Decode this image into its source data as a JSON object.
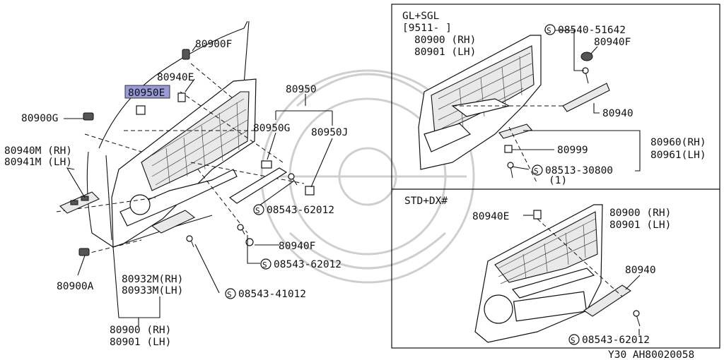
{
  "figure_code": "Y30  AH80020058",
  "left_panel": {
    "labels": {
      "p80900F": "80900F",
      "p80940E": "80940E",
      "p80950E": "80950E",
      "p80950": "80950",
      "p80950G": "80950G",
      "p80950J": "80950J",
      "p80900G": "80900G",
      "p80940M": "80940M (RH)",
      "p80941M": "80941M (LH)",
      "p08543_62012_a": "08543-62012",
      "p80940F": "80940F",
      "p08543_62012_b": "08543-62012",
      "p80932M": "80932M(RH)",
      "p80933M": "80933M(LH)",
      "p08543_41012": "08543-41012",
      "p80900A": "80900A",
      "p80900RH": "80900 (RH)",
      "p80901LH": "80901 (LH)"
    }
  },
  "top_right_panel": {
    "title": "GL+SGL",
    "date_range": "[9511-     ]",
    "labels": {
      "p80900RH": "80900 (RH)",
      "p80901LH": "80901 (LH)",
      "p08540_51642": "08540-51642",
      "p80940F": "80940F",
      "p80940": "80940",
      "p80999": "80999",
      "p80960RH": "80960(RH)",
      "p80961LH": "80961(LH)",
      "p08513_30800": "08513-30800",
      "qty": "(1)"
    }
  },
  "bottom_right_panel": {
    "title": "STD+DX#",
    "labels": {
      "p80940E": "80940E",
      "p80900RH": "80900 (RH)",
      "p80901LH": "80901 (LH)",
      "p80940": "80940",
      "p08543_62012": "08543-62012"
    }
  },
  "screw_symbol": "S",
  "highlight_color": "#9a9ad8"
}
